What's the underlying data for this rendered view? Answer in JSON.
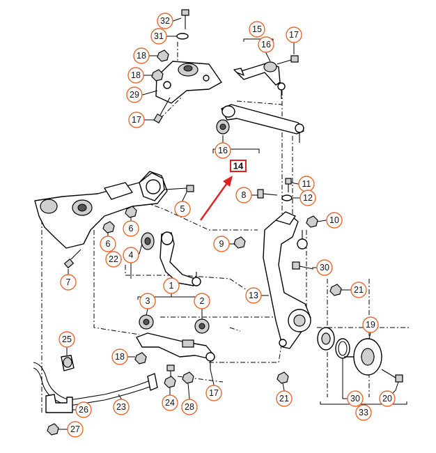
{
  "diagram": {
    "highlighted_part": "14",
    "highlight_color": "#e02020",
    "callout_color": "#e8692f",
    "callouts": [
      {
        "key": "c32",
        "label": "32"
      },
      {
        "key": "c31",
        "label": "31"
      },
      {
        "key": "c18a",
        "label": "18"
      },
      {
        "key": "c18b",
        "label": "18"
      },
      {
        "key": "c29",
        "label": "29"
      },
      {
        "key": "c17a",
        "label": "17"
      },
      {
        "key": "c15",
        "label": "15"
      },
      {
        "key": "c16a",
        "label": "16"
      },
      {
        "key": "c17b",
        "label": "17"
      },
      {
        "key": "c16b",
        "label": "16"
      },
      {
        "key": "c11",
        "label": "11"
      },
      {
        "key": "c8",
        "label": "8"
      },
      {
        "key": "c12",
        "label": "12"
      },
      {
        "key": "c5",
        "label": "5"
      },
      {
        "key": "c6a",
        "label": "6"
      },
      {
        "key": "c6b",
        "label": "6"
      },
      {
        "key": "c10",
        "label": "10"
      },
      {
        "key": "c9",
        "label": "9"
      },
      {
        "key": "c4",
        "label": "4"
      },
      {
        "key": "c22",
        "label": "22"
      },
      {
        "key": "c7",
        "label": "7"
      },
      {
        "key": "c30a",
        "label": "30"
      },
      {
        "key": "c1",
        "label": "1"
      },
      {
        "key": "c21a",
        "label": "21"
      },
      {
        "key": "c13",
        "label": "13"
      },
      {
        "key": "c3",
        "label": "3"
      },
      {
        "key": "c2",
        "label": "2"
      },
      {
        "key": "c19",
        "label": "19"
      },
      {
        "key": "c25",
        "label": "25"
      },
      {
        "key": "c18c",
        "label": "18"
      },
      {
        "key": "c17c",
        "label": "17"
      },
      {
        "key": "c24",
        "label": "24"
      },
      {
        "key": "c28",
        "label": "28"
      },
      {
        "key": "c26",
        "label": "26"
      },
      {
        "key": "c23",
        "label": "23"
      },
      {
        "key": "c21b",
        "label": "21"
      },
      {
        "key": "c30b",
        "label": "30"
      },
      {
        "key": "c20",
        "label": "20"
      },
      {
        "key": "c27",
        "label": "27"
      },
      {
        "key": "c33",
        "label": "33"
      }
    ]
  }
}
